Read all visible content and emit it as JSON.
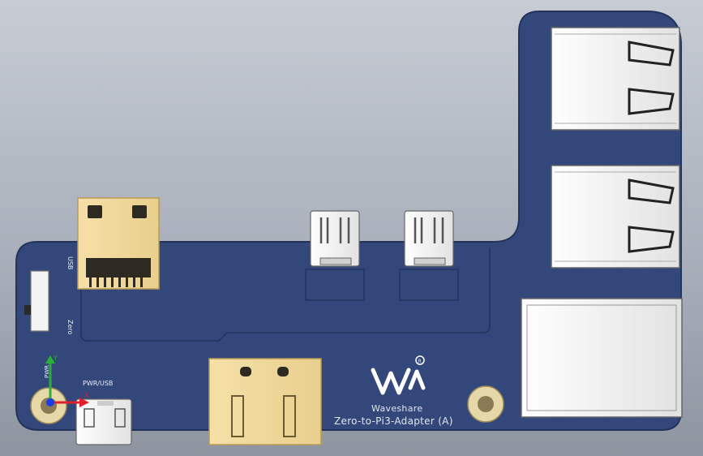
{
  "colors": {
    "board": "#34477a",
    "board_edge": "#23335c",
    "gold": "#f1d79b",
    "gold_dark": "#b89a55",
    "usb_metal": "#f2f2f2",
    "silk": "#e8ecf5"
  },
  "silkscreen": {
    "brand": "Waveshare",
    "product": "Zero-to-Pi3-Adapter (A)",
    "usb_label": "USB",
    "zero_label": "Zero",
    "pwr_usb_label": "PWR/USB",
    "pwr_label": "PWR",
    "registered_mark": "R"
  },
  "cad_triad": {
    "x_label": "X",
    "y_label": "Y",
    "x_color": "#e0202a",
    "y_color": "#2ab03a",
    "z_color": "#1a3be8"
  },
  "components": [
    "micro-sd-connector",
    "micro-usb-port-left",
    "micro-usb-port-right",
    "usb-a-port-upper",
    "usb-a-port-lower",
    "ethernet-jack",
    "hdmi-connector",
    "micro-usb-power-port",
    "mounting-hole-left",
    "mounting-hole-right"
  ]
}
